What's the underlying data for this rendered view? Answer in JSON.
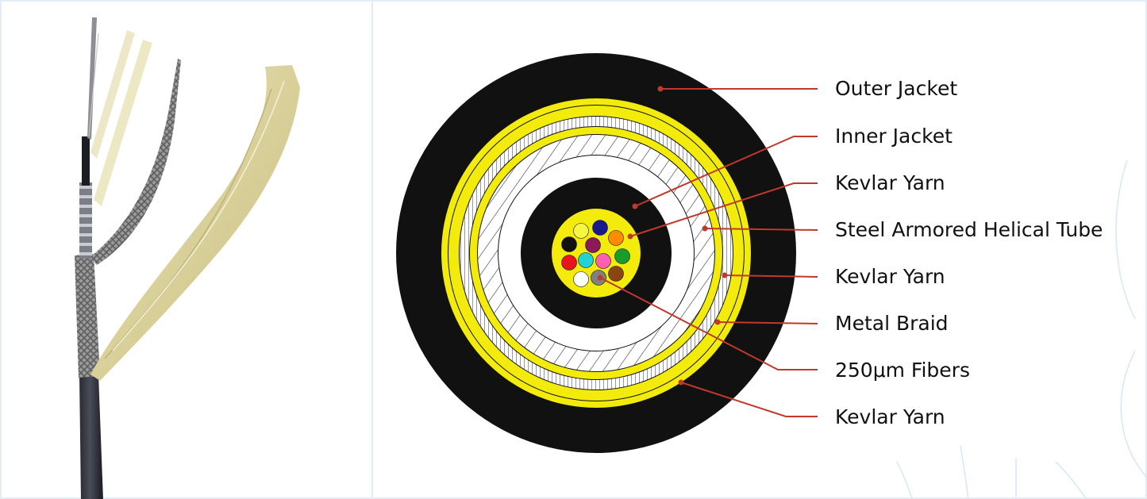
{
  "colors": {
    "jacket": "#111111",
    "kevlar": "#f2eb0b",
    "leader": "#c0392b",
    "background": "#ffffff",
    "watermark": "#d6e8f5"
  },
  "labels": [
    {
      "text": "Outer Jacket"
    },
    {
      "text": "Inner Jacket"
    },
    {
      "text": "Kevlar Yarn"
    },
    {
      "text": "Steel Armored Helical Tube"
    },
    {
      "text": "Kevlar Yarn"
    },
    {
      "text": "Metal Braid"
    },
    {
      "text": "250μm Fibers"
    },
    {
      "text": "Kevlar Yarn"
    }
  ],
  "fiber_colors": [
    "#f5f542",
    "#1a1a8c",
    "#111111",
    "#8b1a5a",
    "#ff8c00",
    "#e8141e",
    "#22d3d3",
    "#ff5fb0",
    "#1a9c2a",
    "#ffffff",
    "#808080",
    "#8b4513"
  ]
}
